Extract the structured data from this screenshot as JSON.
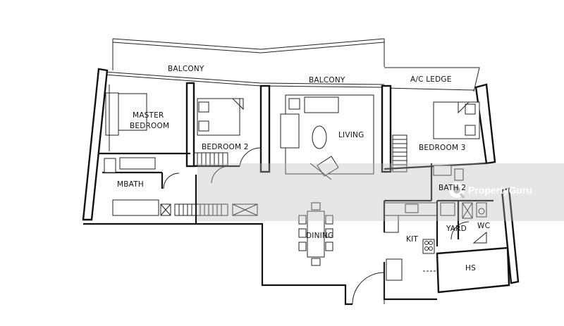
{
  "rooms": {
    "balcony_left": "BALCONY",
    "balcony_mid": "BALCONY",
    "ac_ledge": "A/C LEDGE",
    "master_bedroom_line1": "MASTER",
    "master_bedroom_line2": "BEDROOM",
    "bedroom2": "BEDROOM 2",
    "living": "LIVING",
    "bedroom3": "BEDROOM 3",
    "mbath": "MBATH",
    "bath2": "BATH 2",
    "dining": "DINING",
    "kit": "KIT",
    "yard": "YARD",
    "wc": "WC",
    "hs": "HS"
  },
  "watermark": {
    "brand": "PropertyGuru",
    "logo_icon": "propertyguru-logo-icon"
  }
}
